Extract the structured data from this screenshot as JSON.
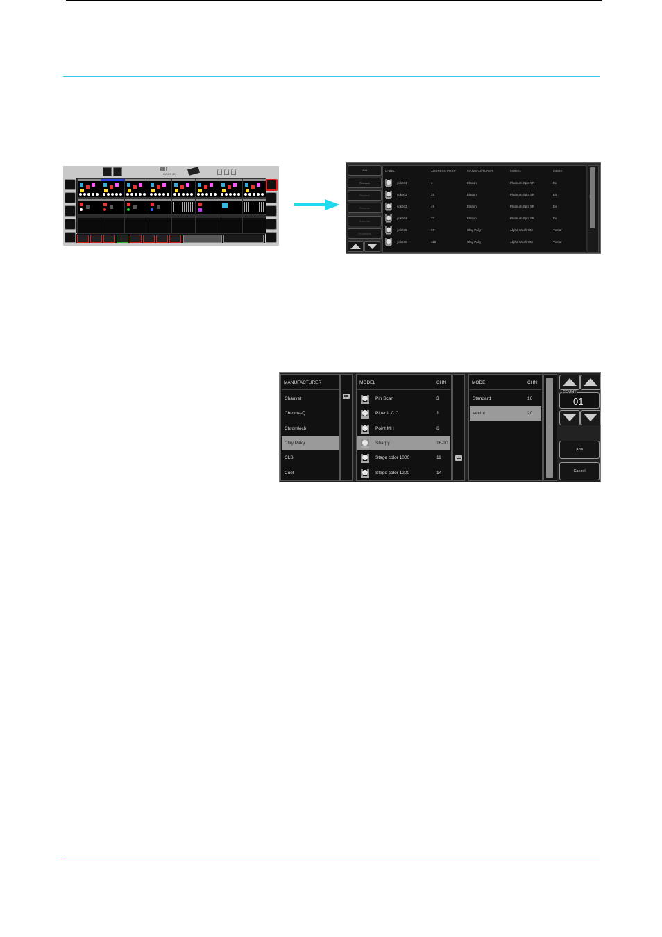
{
  "console": {
    "logo_text": "HH",
    "logo_subtitle": "HANDS ON",
    "left_buttons": [
      "",
      "",
      "",
      "",
      ""
    ],
    "right_buttons": [
      "",
      "",
      "",
      "",
      ""
    ],
    "bottom_bars": [
      "",
      ""
    ]
  },
  "patch_list": {
    "buttons": [
      "Add",
      "Remove",
      "Replace",
      "Rename",
      "Address",
      "Properties"
    ],
    "columns": [
      "LABEL",
      "ADDRESS PROP",
      "MANUFACTURER",
      "MODEL",
      "MODE"
    ],
    "rows": [
      {
        "label": "yoke01",
        "address": "1",
        "manufacturer": "Elation",
        "model": "Platinum Spot 5R",
        "mode": "Ex"
      },
      {
        "label": "yoke02",
        "address": "25",
        "manufacturer": "Elation",
        "model": "Platinum Spot 5R",
        "mode": "Ex"
      },
      {
        "label": "yoke03",
        "address": "49",
        "manufacturer": "Elation",
        "model": "Platinum Spot 5R",
        "mode": "Ex"
      },
      {
        "label": "yoke04",
        "address": "73",
        "manufacturer": "Elation",
        "model": "Platinum Spot 5R",
        "mode": "Ex"
      },
      {
        "label": "yoke05",
        "address": "97",
        "manufacturer": "Clay Paky",
        "model": "Alpha Wash 700",
        "mode": "Vector"
      },
      {
        "label": "yoke06",
        "address": "118",
        "manufacturer": "Clay Paky",
        "model": "Alpha Wash 700",
        "mode": "Vector"
      }
    ]
  },
  "add_fixture": {
    "manufacturer_header": "MANUFACTURER",
    "manufacturers": [
      "Chauvet",
      "Chroma-Q",
      "Chromlech",
      "Clay Paky",
      "CLS",
      "Coef"
    ],
    "selected_manufacturer": 3,
    "model_header": "MODEL",
    "model_chn_header": "CHN",
    "models": [
      {
        "name": "Pin Scan",
        "chn": "3"
      },
      {
        "name": "Piper L.C.C.",
        "chn": "1"
      },
      {
        "name": "Point MH",
        "chn": "6"
      },
      {
        "name": "Sharpy",
        "chn": "16-20"
      },
      {
        "name": "Stage color 1000",
        "chn": "11"
      },
      {
        "name": "Stage color 1200",
        "chn": "14"
      }
    ],
    "selected_model": 3,
    "mode_header": "MODE",
    "mode_chn_header": "CHN",
    "modes": [
      {
        "name": "Standard",
        "chn": "16"
      },
      {
        "name": "Vector",
        "chn": "20"
      }
    ],
    "selected_mode": 1,
    "count_label": "COUNT",
    "count_value": "01",
    "add_label": "Add",
    "cancel_label": "Cancel"
  },
  "colors": {
    "rule": "#33ccee",
    "arrow": "#22d8ee",
    "highlight": "#e02020",
    "selected_tab": "#2a3fd8"
  }
}
